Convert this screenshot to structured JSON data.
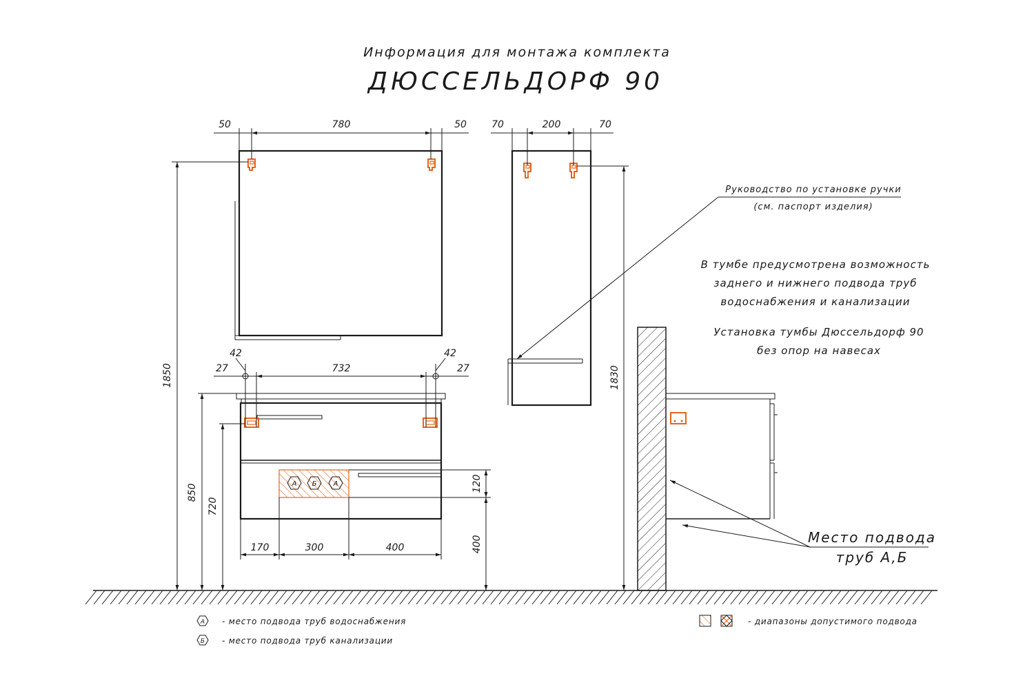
{
  "header": {
    "subtitle": "Информация для монтажа комплекта",
    "title": "ДЮССЕЛЬДОРФ 90"
  },
  "colors": {
    "line": "#1a1a1a",
    "accent": "#e8631a",
    "background": "#ffffff"
  },
  "dimensions": {
    "mirror_left": "50",
    "mirror_width": "780",
    "mirror_right": "50",
    "case_left": "70",
    "case_width": "200",
    "case_right": "70",
    "base_offset_left": "42",
    "base_offset_right": "42",
    "base_edge_left": "27",
    "base_edge_right": "27",
    "base_span": "732",
    "height_total": "1850",
    "height_case": "1830",
    "height_850": "850",
    "height_720": "720",
    "pipe_zone_height": "120",
    "pipe_zone_floor": "400",
    "bottom_170": "170",
    "bottom_300": "300",
    "bottom_400": "400"
  },
  "notes": {
    "handle_guide_line1": "Руководство по установке ручки",
    "handle_guide_line2": "(см. паспорт изделия)",
    "pipes_line1": "В тумбе предусмотрена возможность",
    "pipes_line2": "заднего и нижнего подвода труб",
    "pipes_line3": "водоснабжения и канализации",
    "mount_line1": "Установка тумбы Дюссельдорф 90",
    "mount_line2": "без опор на навесах",
    "pipe_place_line1": "Место подвода",
    "pipe_place_line2": "труб А,Б"
  },
  "markers": {
    "a": "А",
    "b": "Б"
  },
  "legend": {
    "a_symbol": "А",
    "a_text": "- место подвода труб водоснабжения",
    "b_symbol": "Б",
    "b_text": "- место подвода труб канализации",
    "range_text": "- диапазоны допустимого подвода"
  }
}
